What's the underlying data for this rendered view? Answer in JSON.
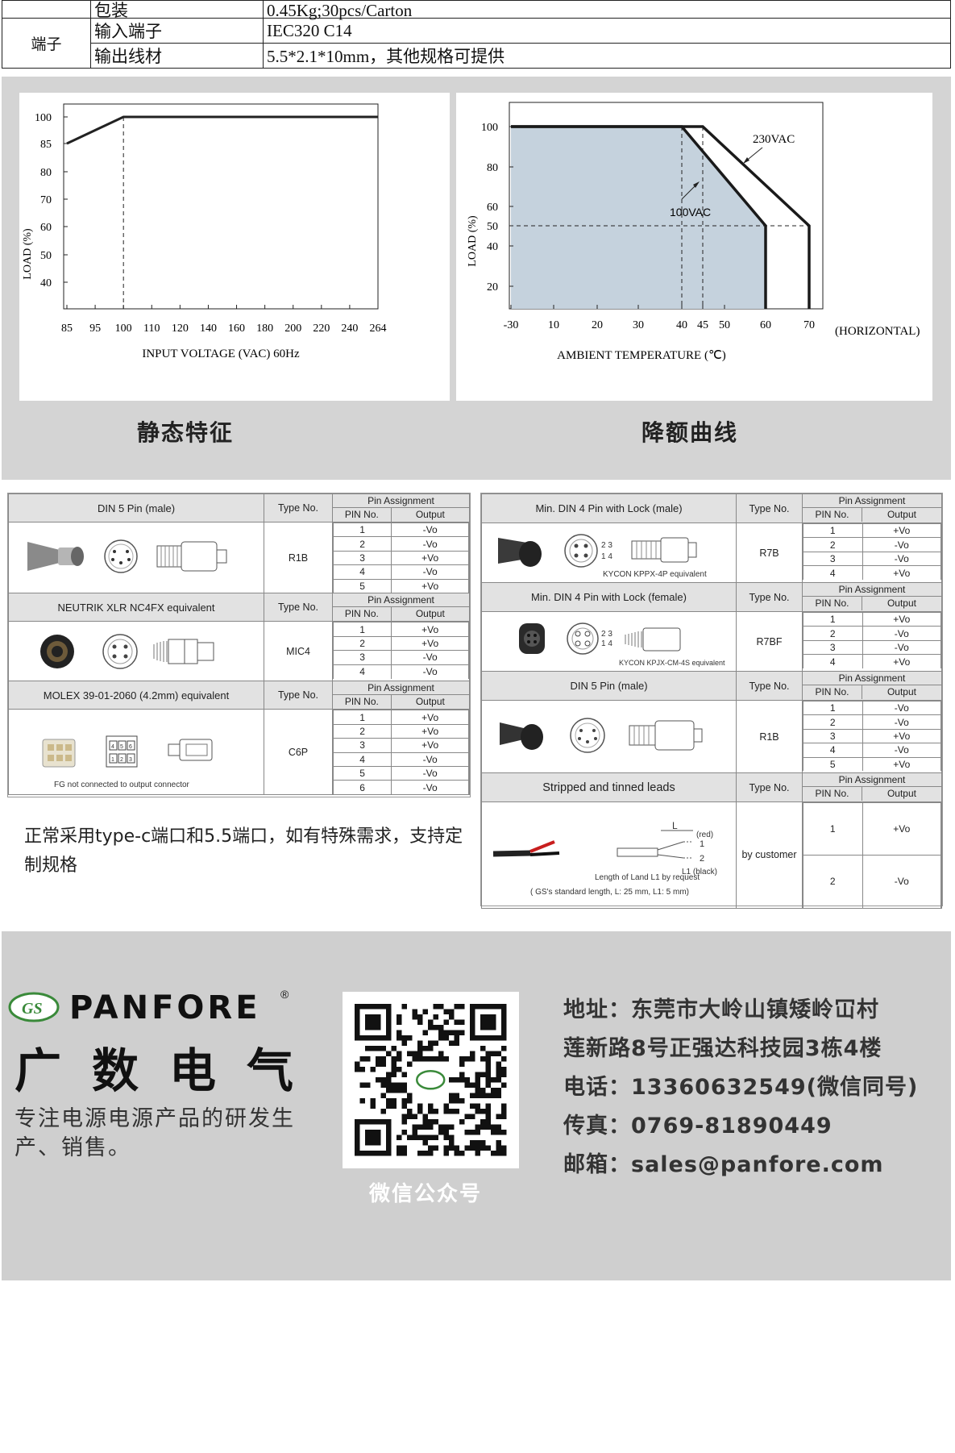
{
  "spec_table": {
    "rows": [
      {
        "group": "",
        "name": "包装",
        "value": "0.45Kg;30pcs/Carton"
      },
      {
        "group": "端子",
        "name": "输入端子",
        "value": "IEC320 C14"
      },
      {
        "group": "",
        "name": "输出线材",
        "value": "5.5*2.1*10mm，其他规格可提供"
      }
    ]
  },
  "static_chart": {
    "caption": "静态特征",
    "chart_data": {
      "type": "line",
      "x_ticks": [
        "85",
        "95",
        "100",
        "110",
        "120",
        "140",
        "160",
        "180",
        "200",
        "220",
        "240",
        "264"
      ],
      "y_ticks": [
        "100",
        "85",
        "80",
        "70",
        "60",
        "50",
        "40"
      ],
      "xlabel": "INPUT VOLTAGE (VAC) 60Hz",
      "ylabel": "LOAD (%)",
      "series": [
        {
          "x": [
            "85",
            "100",
            "264"
          ],
          "values": [
            85,
            100,
            100
          ]
        }
      ],
      "reference_x": "100"
    }
  },
  "derating_chart": {
    "caption": "降额曲线",
    "chart_data": {
      "type": "area",
      "x_ticks": [
        "-30",
        "10",
        "20",
        "30",
        "40",
        "45",
        "50",
        "60",
        "70"
      ],
      "x_suffix": "(HORIZONTAL)",
      "y_ticks": [
        "100",
        "80",
        "60",
        "50",
        "40",
        "20"
      ],
      "xlabel": "AMBIENT TEMPERATURE (℃)",
      "ylabel": "LOAD (%)",
      "series": [
        {
          "name": "230VAC",
          "x": [
            -30,
            45,
            70,
            70
          ],
          "values": [
            100,
            100,
            50,
            0
          ]
        },
        {
          "name": "100VAC",
          "x": [
            -30,
            40,
            60,
            60
          ],
          "values": [
            100,
            100,
            50,
            0
          ]
        }
      ]
    }
  },
  "pin_left": {
    "blocks": [
      {
        "title": "DIN 5 Pin  (male)",
        "type_label": "Type No.",
        "type": "R1B",
        "assign": "Pin Assignment",
        "pin_h": "PIN No.",
        "out_h": "Output",
        "pins": [
          [
            "1",
            "-Vo"
          ],
          [
            "2",
            "-Vo"
          ],
          [
            "3",
            "+Vo"
          ],
          [
            "4",
            "-Vo"
          ],
          [
            "5",
            "+Vo"
          ]
        ]
      },
      {
        "title": "NEUTRIK  XLR  NC4FX equivalent",
        "type_label": "Type No.",
        "type": "MIC4",
        "assign": "Pin Assignment",
        "pin_h": "PIN No.",
        "out_h": "Output",
        "pins": [
          [
            "1",
            "+Vo"
          ],
          [
            "2",
            "+Vo"
          ],
          [
            "3",
            "-Vo"
          ],
          [
            "4",
            "-Vo"
          ]
        ]
      },
      {
        "title": "MOLEX  39-01-2060 (4.2mm) equivalent",
        "type_label": "Type No.",
        "type": "C6P",
        "assign": "Pin Assignment",
        "pin_h": "PIN No.",
        "out_h": "Output",
        "note": "FG not connected to output connector",
        "pins": [
          [
            "1",
            "+Vo"
          ],
          [
            "2",
            "+Vo"
          ],
          [
            "3",
            "+Vo"
          ],
          [
            "4",
            "-Vo"
          ],
          [
            "5",
            "-Vo"
          ],
          [
            "6",
            "-Vo"
          ]
        ]
      }
    ]
  },
  "pin_right": {
    "blocks": [
      {
        "title": "Min. DIN 4 Pin with Lock  (male)",
        "type_label": "Type No.",
        "type": "R7B",
        "assign": "Pin Assignment",
        "pin_h": "PIN No.",
        "out_h": "Output",
        "note": "KYCON KPPX-4P equivalent",
        "pins": [
          [
            "1",
            "+Vo"
          ],
          [
            "2",
            "-Vo"
          ],
          [
            "3",
            "-Vo"
          ],
          [
            "4",
            "+Vo"
          ]
        ]
      },
      {
        "title": "Min. DIN 4 Pin with Lock  (female)",
        "type_label": "Type No.",
        "type": "R7BF",
        "assign": "Pin Assignment",
        "pin_h": "PIN No.",
        "out_h": "Output",
        "note": "KYCON KPJX-CM-4S equivalent",
        "pins": [
          [
            "1",
            "+Vo"
          ],
          [
            "2",
            "-Vo"
          ],
          [
            "3",
            "-Vo"
          ],
          [
            "4",
            "+Vo"
          ]
        ]
      },
      {
        "title": "DIN 5 Pin  (male)",
        "type_label": "Type No.",
        "type": "R1B",
        "assign": "Pin Assignment",
        "pin_h": "PIN No.",
        "out_h": "Output",
        "pins": [
          [
            "1",
            "-Vo"
          ],
          [
            "2",
            "-Vo"
          ],
          [
            "3",
            "+Vo"
          ],
          [
            "4",
            "-Vo"
          ],
          [
            "5",
            "+Vo"
          ]
        ]
      },
      {
        "title": "Stripped and tinned leads",
        "type_label": "Type No.",
        "type": "by customer",
        "assign": "Pin Assignment",
        "pin_h": "PIN No.",
        "out_h": "Output",
        "label_L": "L",
        "label_red": "(red)",
        "label_black": "L1 (black)",
        "label_1": "1",
        "label_2": "2",
        "note1": "Length of Land L1 by request",
        "note2": "( GS's standard length, L: 25 mm,  L1: 5 mm)",
        "pins": [
          [
            "1",
            "+Vo"
          ],
          [
            "2",
            "-Vo"
          ]
        ]
      }
    ]
  },
  "note": "正常采用type-c端口和5.5端口，如有特殊需求，支持定制规格",
  "footer": {
    "brand_en": "PANFORE",
    "brand_cn": "广数电气",
    "slogan": "专注电源电源产品的研发生产、销售。",
    "qr_caption": "微信公众号",
    "address_line1": "地址：东莞市大岭山镇矮岭冚村",
    "address_line2": "莲新路8号正强达科技园3栋4楼",
    "phone": "电话：13360632549(微信同号)",
    "fax": "传真：0769-81890449",
    "email": "邮箱：sales@panfore.com"
  }
}
